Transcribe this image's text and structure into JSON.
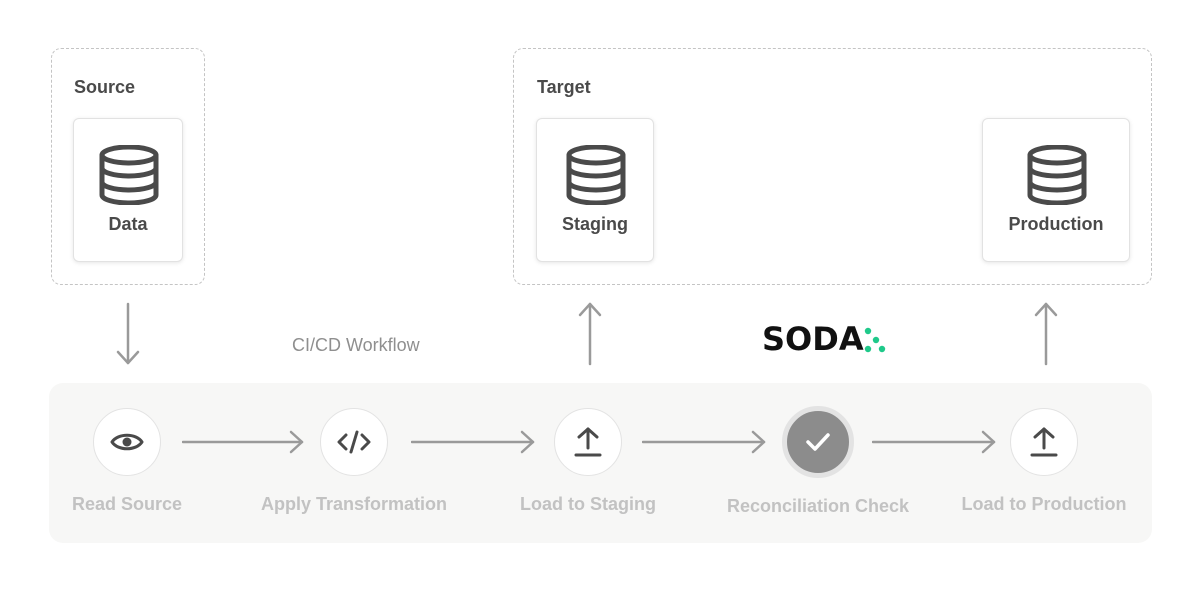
{
  "source": {
    "title": "Source",
    "card_label": "Data"
  },
  "target": {
    "title": "Target",
    "staging_label": "Staging",
    "production_label": "Production"
  },
  "workflow": {
    "label": "CI/CD Workflow",
    "steps": [
      {
        "label": "Read Source",
        "icon": "eye-icon"
      },
      {
        "label": "Apply Transformation",
        "icon": "code-icon"
      },
      {
        "label": "Load to Staging",
        "icon": "upload-icon"
      },
      {
        "label": "Reconciliation Check",
        "icon": "check-icon"
      },
      {
        "label": "Load to Production",
        "icon": "upload-icon"
      }
    ]
  },
  "logo": {
    "text": "SODA",
    "accent_color": "#1fc98a"
  },
  "colors": {
    "text": "#4a4a4a",
    "muted": "#c2c2c2",
    "arrow": "#9a9a9a"
  }
}
